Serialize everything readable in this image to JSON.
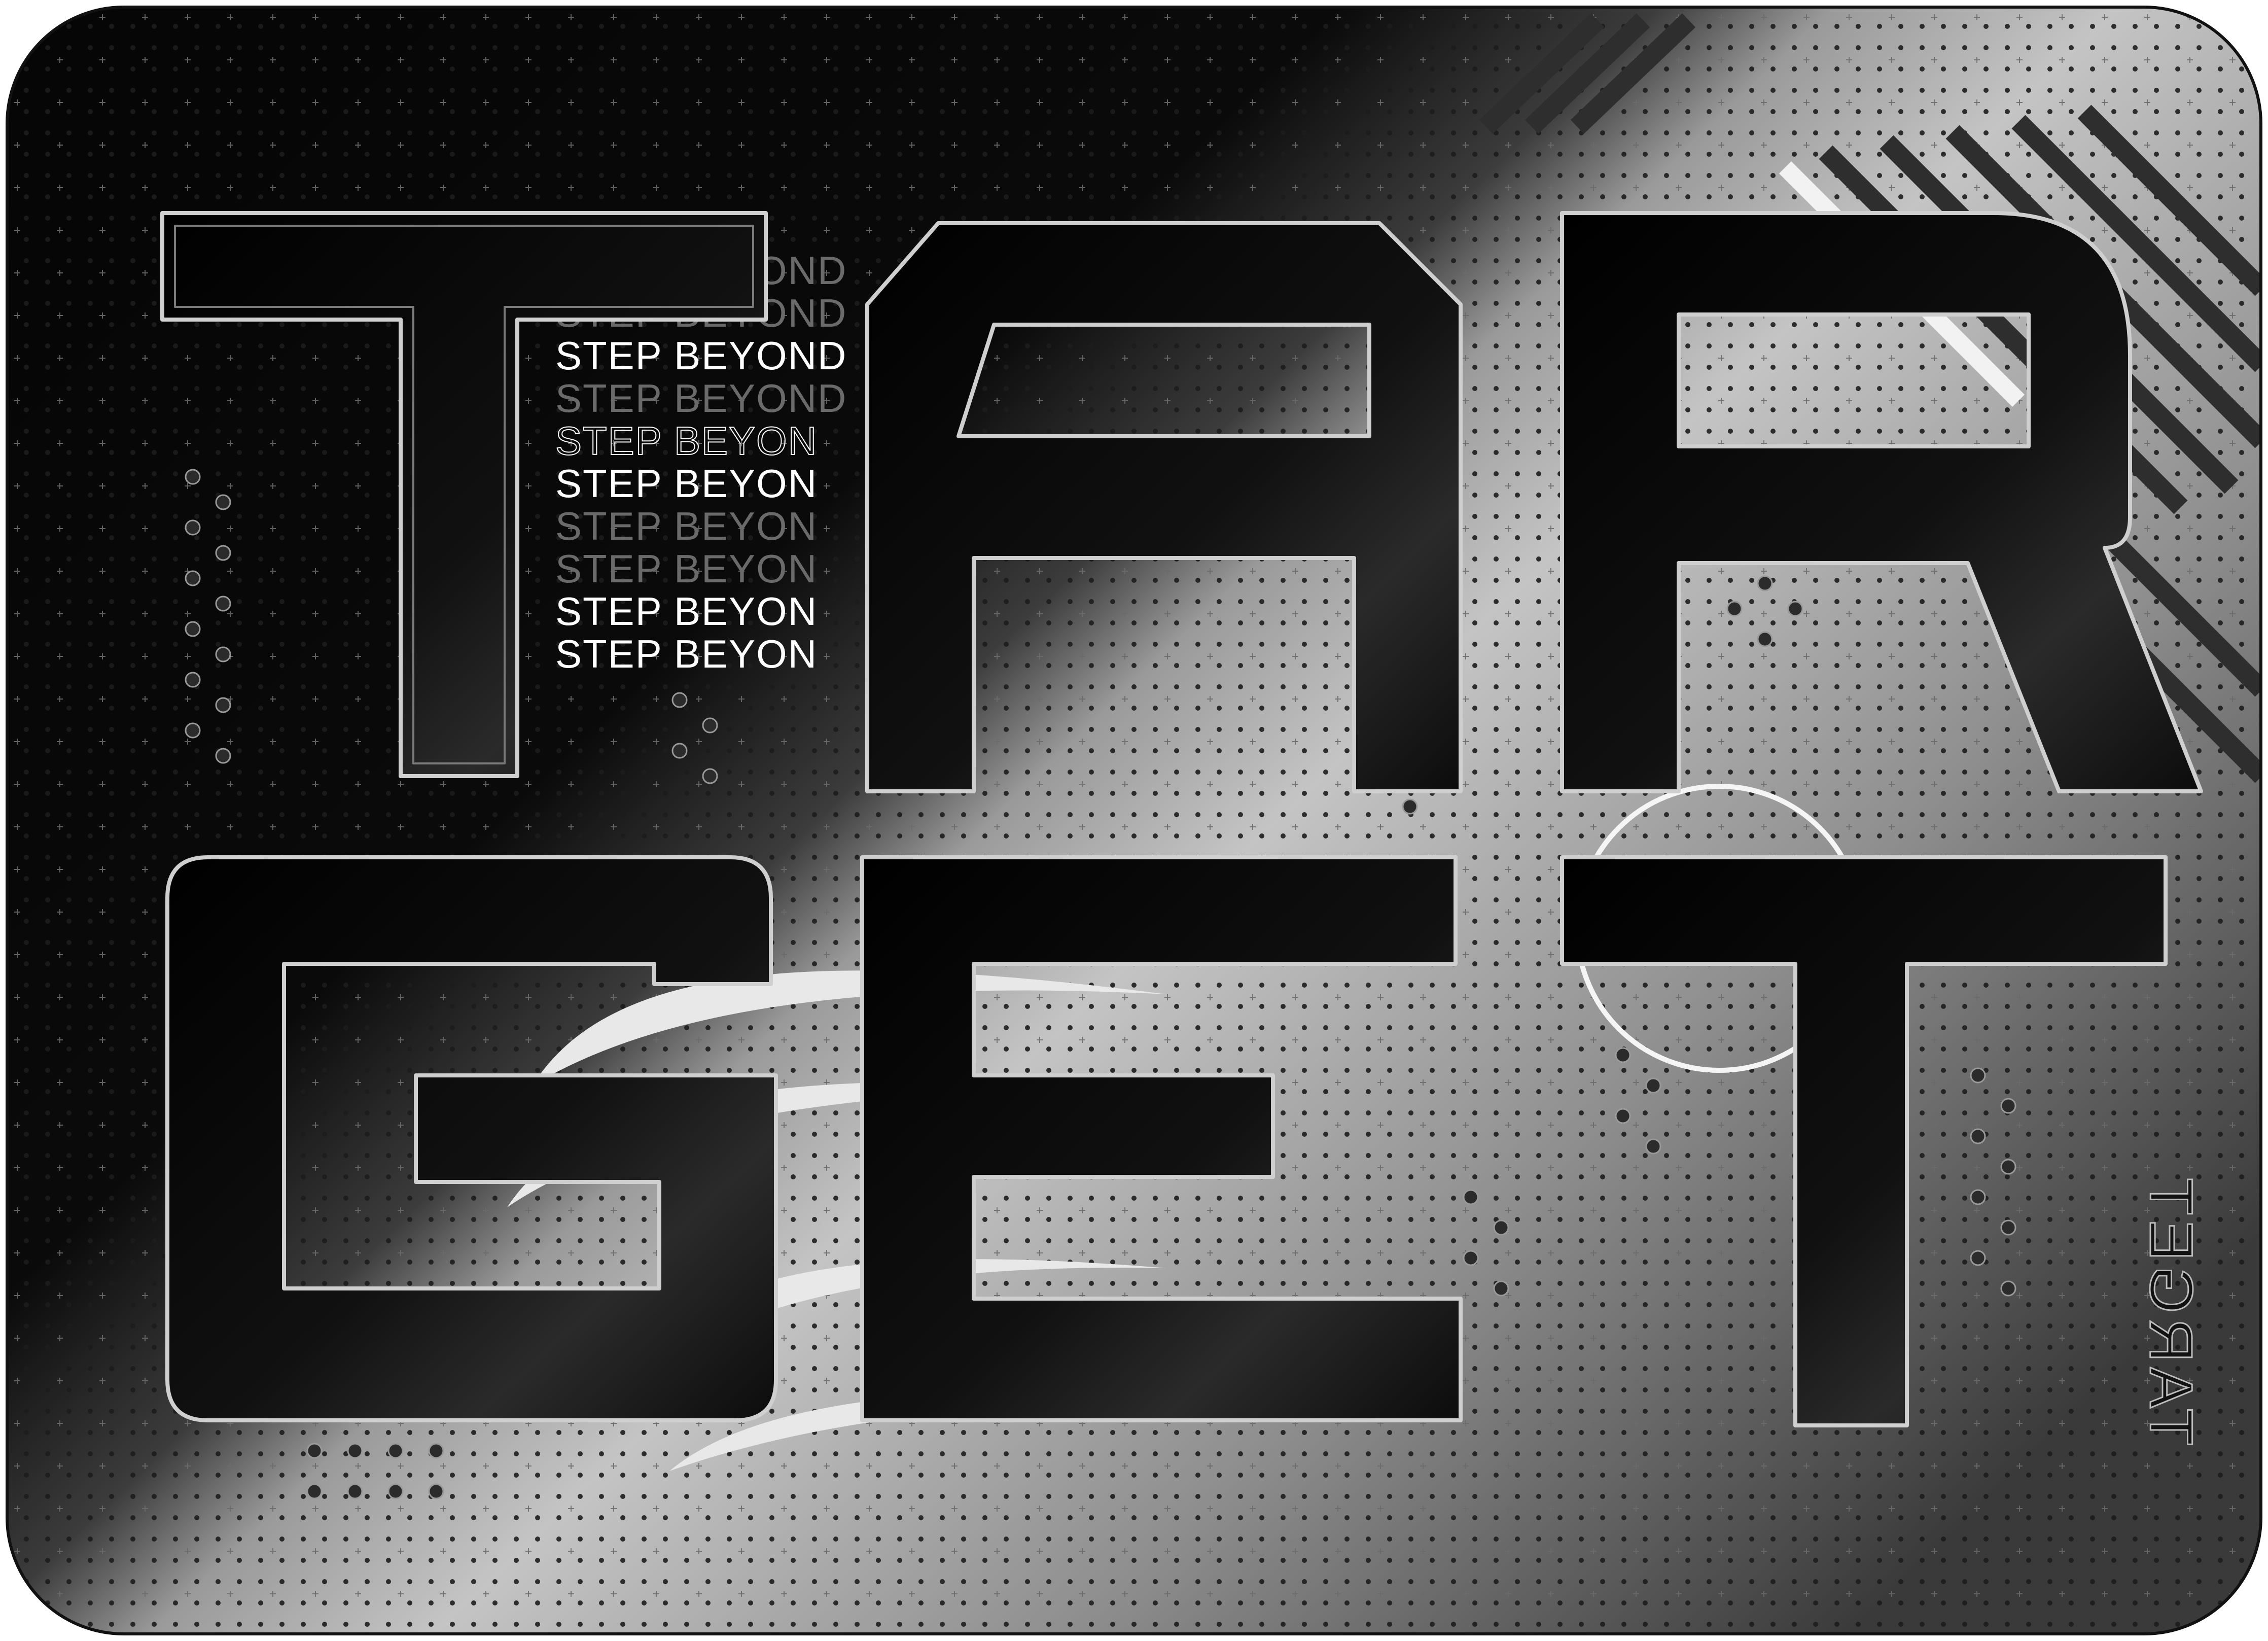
{
  "artwork": {
    "title_letters": [
      "T",
      "A",
      "R",
      "G",
      "E",
      "T"
    ],
    "tagline_rows": [
      {
        "text": "STEP BEYOND",
        "style": "ghost"
      },
      {
        "text": "STEP BEYOND",
        "style": "ghost"
      },
      {
        "text": "STEP BEYOND",
        "style": "solid"
      },
      {
        "text": "STEP BEYOND",
        "style": "ghost"
      },
      {
        "text": "STEP BEYON",
        "style": "outline"
      },
      {
        "text": "STEP BEYON",
        "style": "solid"
      },
      {
        "text": "STEP BEYON",
        "style": "ghost"
      },
      {
        "text": "STEP BEYON",
        "style": "ghost"
      },
      {
        "text": "STEP BEYON",
        "style": "solid"
      },
      {
        "text": "STEP BEYON",
        "style": "solid"
      }
    ],
    "side_logo": "TARGET",
    "colors": {
      "background": "#0b0b0b",
      "highlight": "#b8b8b8",
      "letter_fill": "#050505",
      "letter_edge": "#cfcfcf",
      "tagline": "#ffffff",
      "ghost": "#6a6a6a"
    }
  }
}
